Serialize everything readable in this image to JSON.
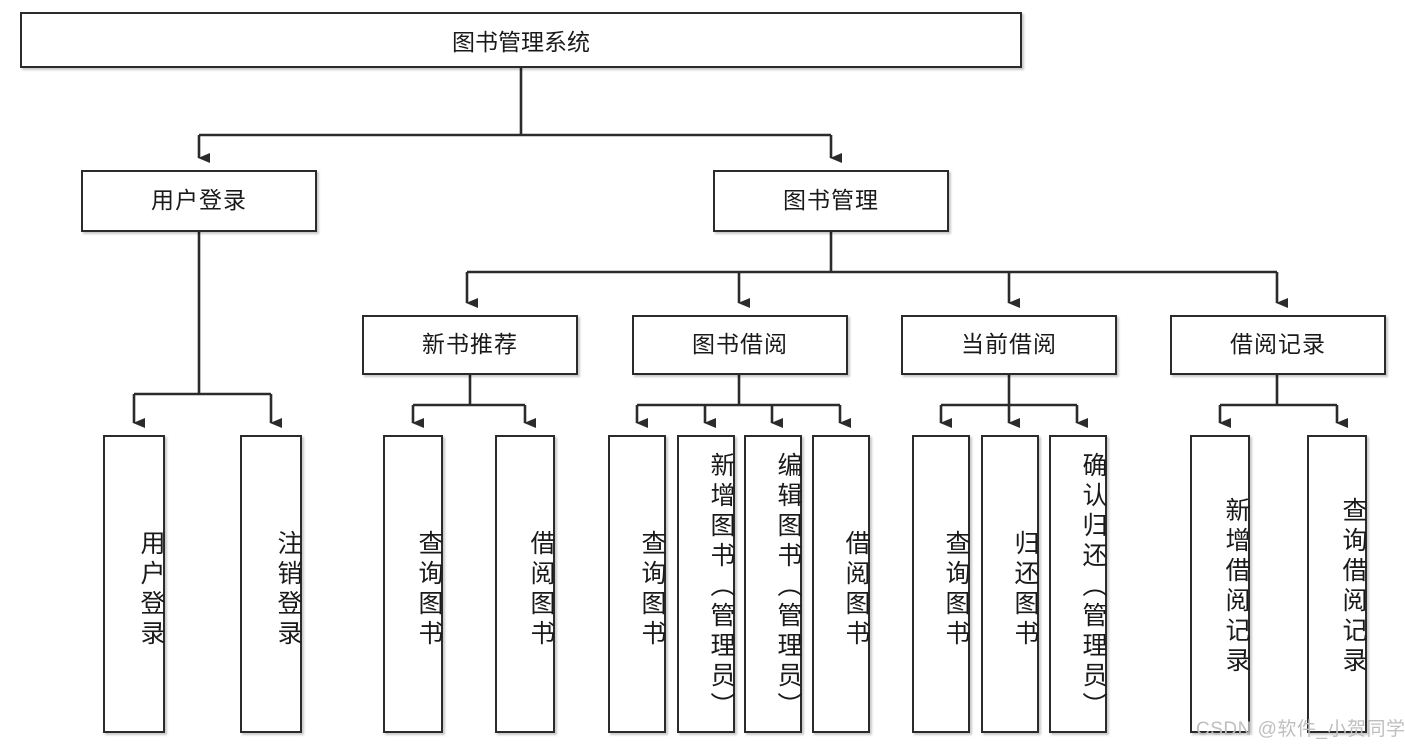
{
  "diagram": {
    "title": "图书管理系统",
    "type": "tree",
    "watermark": "CSDN @软件_小贺同学",
    "colors": {
      "background": "#ffffff",
      "box_border": "#2b2b2b",
      "box_fill": "#ffffff",
      "text": "#1a1a1a",
      "connector": "#2b2b2b",
      "watermark": "#bfbfbf"
    },
    "nodes": {
      "root": {
        "label": "图书管理系统"
      },
      "level2": [
        {
          "label": "用户登录"
        },
        {
          "label": "图书管理"
        }
      ],
      "level3": [
        {
          "label": "新书推荐"
        },
        {
          "label": "图书借阅"
        },
        {
          "label": "当前借阅"
        },
        {
          "label": "借阅记录"
        }
      ],
      "leaves_user_login": [
        {
          "label": "用户登录"
        },
        {
          "label": "注销登录"
        }
      ],
      "leaves_new_book": [
        {
          "label": "查询图书"
        },
        {
          "label": "借阅图书"
        }
      ],
      "leaves_borrow": [
        {
          "label": "查询图书"
        },
        {
          "label": "新增图书（管理员）"
        },
        {
          "label": "编辑图书（管理员）"
        },
        {
          "label": "借阅图书"
        }
      ],
      "leaves_current": [
        {
          "label": "查询图书"
        },
        {
          "label": "归还图书"
        },
        {
          "label": "确认归还（管理员）"
        }
      ],
      "leaves_record": [
        {
          "label": "新增借阅记录"
        },
        {
          "label": "查询借阅记录"
        }
      ]
    }
  }
}
